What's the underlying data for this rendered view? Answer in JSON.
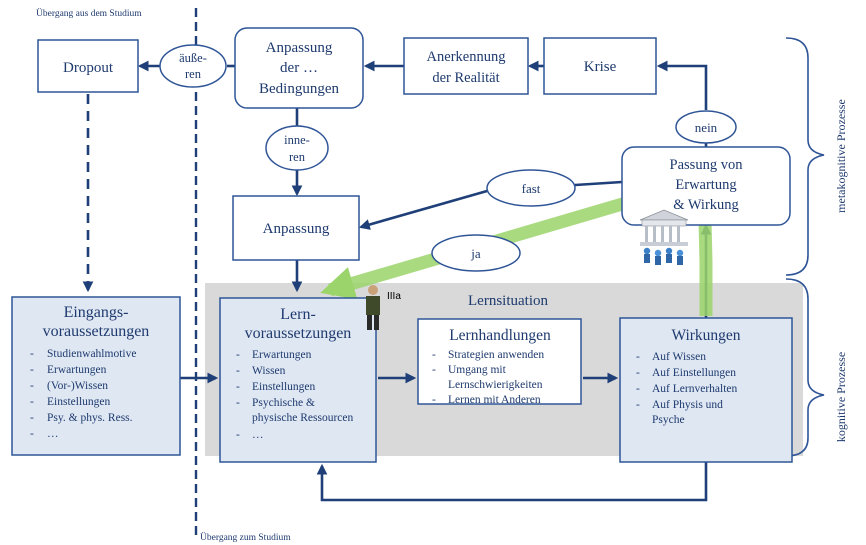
{
  "labels": {
    "top_transition": "Übergang aus dem Studium",
    "bottom_transition": "Übergang zum Studium",
    "metacognitive": "metakognitive Prozesse",
    "cognitive": "kognitive Prozesse",
    "lernsituation": "Lernsituation",
    "person_tag": "IIIa"
  },
  "nodes": {
    "dropout": "Dropout",
    "anpassung_bed": [
      "Anpassung",
      "der …",
      "Bedingungen"
    ],
    "anerkennung": [
      "Anerkennung",
      "der Realität"
    ],
    "krise": "Krise",
    "passung": [
      "Passung von",
      "Erwartung",
      "& Wirkung"
    ],
    "anpassung": "Anpassung",
    "eingang": {
      "title": [
        "Eingangs-",
        "voraussetzungen"
      ],
      "items": [
        "Studienwahlmotive",
        "Erwartungen",
        "(Vor-)Wissen",
        "Einstellungen",
        "Psy. & phys. Ress.",
        "…"
      ]
    },
    "lern": {
      "title": [
        "Lern-",
        "voraussetzungen"
      ],
      "items": [
        "Erwartungen",
        "Wissen",
        "Einstellungen",
        "Psychische &",
        "physische Ressourcen",
        "…"
      ]
    },
    "lernhandlungen": {
      "title": "Lernhandlungen",
      "items": [
        "Strategien anwenden",
        "Umgang mit",
        "Lernschwierigkeiten",
        "Lernen mit Anderen"
      ]
    },
    "wirkungen": {
      "title": "Wirkungen",
      "items": [
        "Auf Wissen",
        "Auf Einstellungen",
        "Auf Lernverhalten",
        "Auf Physis und",
        "Psyche"
      ]
    }
  },
  "edge_labels": {
    "aeussere": [
      "äuße-",
      "ren"
    ],
    "innere": [
      "inne-",
      "ren"
    ],
    "nein": "nein",
    "fast": "fast",
    "ja": "ja"
  }
}
